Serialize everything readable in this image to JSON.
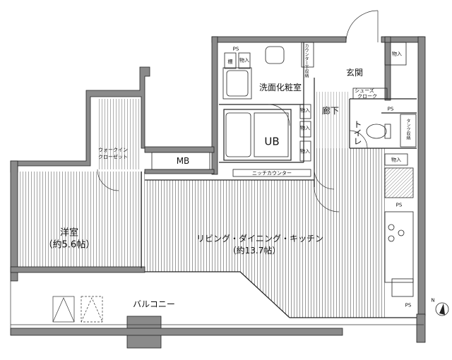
{
  "rooms": {
    "western": {
      "name": "洋室",
      "area": "（約5.6帖）"
    },
    "ldk": {
      "name": "リビング・ダイニング・キッチン",
      "area": "（約13.7帖）"
    },
    "washroom": "洗面化粧室",
    "ub": "UB",
    "toilet": "トイレ",
    "entrance": "玄関",
    "hallway": "廊下",
    "balcony": "バルコニー",
    "mb": "MB",
    "walkin": [
      "ウォークイン",
      "クローゼット"
    ],
    "shoes": [
      "シューズ",
      "クローク"
    ],
    "niche_counter": "ニッチカウンター"
  },
  "labels": {
    "ps": "PS",
    "storage": "物入",
    "shelf": "棚",
    "counter_storage": "カウンター下収納",
    "tank_storage": "タンク収納"
  },
  "compass": {
    "north": "N"
  },
  "colors": {
    "wall": "#8a8a8a",
    "line": "#222222",
    "fill": "#cfcfcf"
  }
}
